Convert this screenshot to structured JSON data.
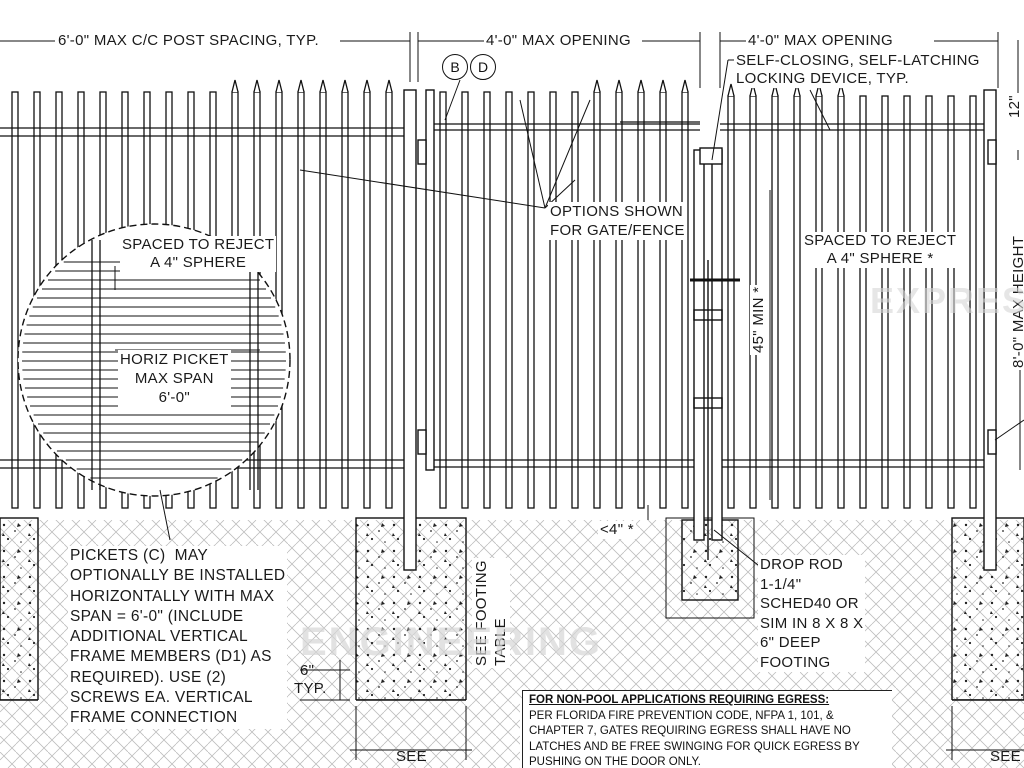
{
  "dimensions": {
    "post_spacing": "6'-0\" MAX C/C POST SPACING, TYP.",
    "opening_left": "4'-0\" MAX OPENING",
    "opening_right": "4'-0\" MAX OPENING",
    "top_right": "12\"",
    "max_height": "8'-0\" MAX HEIGHT",
    "min_latch": "45\" MIN *",
    "gap_bottom": "<4\" *",
    "footing_depth_a": "6\"",
    "footing_depth_b": "TYP."
  },
  "callouts": {
    "self_closing": "SELF-CLOSING, SELF-LATCHING\nLOCKING DEVICE, TYP.",
    "options_shown": "OPTIONS SHOWN\nFOR GATE/FENCE",
    "spaced_right": "SPACED TO REJECT\nA 4\" SPHERE *",
    "spaced_detail": "SPACED TO REJECT\nA 4\" SPHERE",
    "horiz_picket": "HORIZ PICKET\nMAX SPAN\n6'-0\"",
    "pickets_note": "PICKETS (C)  MAY\nOPTIONALLY BE INSTALLED\nHORIZONTALLY WITH MAX\nSPAN = 6'-0\" (INCLUDE\nADDITIONAL VERTICAL\nFRAME MEMBERS (D1) AS\nREQUIRED). USE (2)\nSCREWS EA. VERTICAL\nFRAME CONNECTION",
    "drop_rod": "DROP ROD\n1-1/4\"\nSCHED40 OR\nSIM IN 8 X 8 X\n6\" DEEP\nFOOTING",
    "see_footing": "SEE FOOTING\nTABLE",
    "see_left": "SEE",
    "see_right": "SEE"
  },
  "bubbles": {
    "b": "B",
    "d": "D"
  },
  "note": {
    "heading": "FOR NON-POOL APPLICATIONS REQUIRING EGRESS:",
    "body": "PER FLORIDA FIRE PREVENTION CODE, NFPA 1, 101, &\nCHAPTER 7, GATES REQUIRING EGRESS SHALL HAVE NO\nLATCHES AND BE FREE SWINGING FOR QUICK EGRESS BY\nPUSHING ON THE DOOR ONLY.\nTHE GATE SHALL HAVE A HINGE THAT SPRINGS CLOSED ONLY"
  },
  "watermark": {
    "line1": "ENGINEERING",
    "line2": "EXPRESS"
  },
  "colors": {
    "ink": "#1a1a1a",
    "paper": "#ffffff",
    "watermark": "#d6d6d6"
  }
}
